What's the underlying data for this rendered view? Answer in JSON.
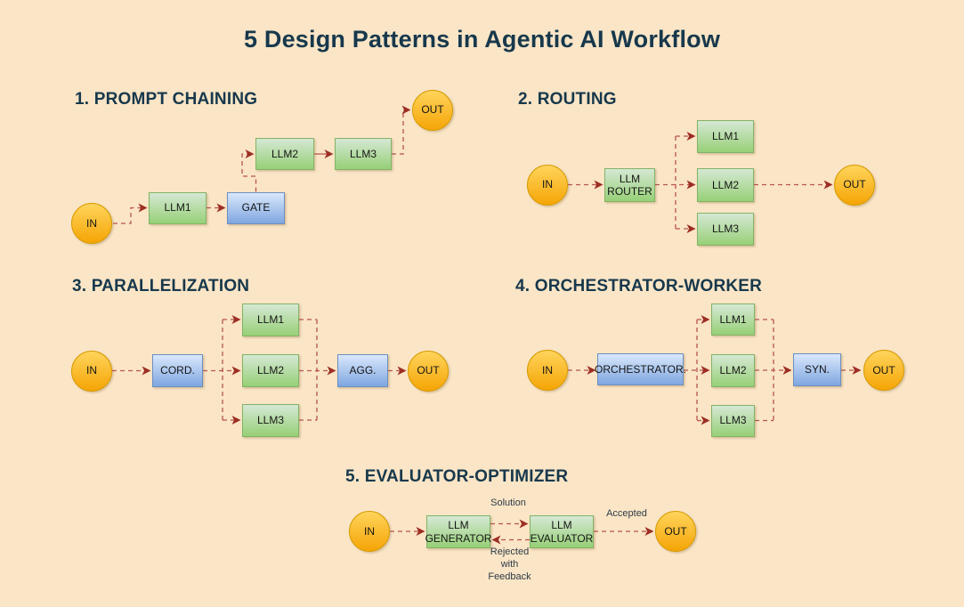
{
  "title": "5 Design Patterns in Agentic AI Workflow",
  "colors": {
    "background": "#FAE5C6",
    "heading": "#17384C",
    "arrow": "#B85450",
    "arrow_head": "#9C2E24",
    "green_top": "#D5E8D4",
    "green_bottom": "#97D077",
    "green_border": "#82B366",
    "blue_top": "#DAE8FC",
    "blue_bottom": "#7EA6E0",
    "blue_border": "#6C8EBF",
    "orange_top": "#FFD45C",
    "orange_bottom": "#F5A505",
    "orange_border": "#D79B00"
  },
  "sections": {
    "prompt_chaining": {
      "heading": "1. PROMPT CHAINING",
      "nodes": {
        "in": "IN",
        "llm1": "LLM1",
        "gate": "GATE",
        "llm2": "LLM2",
        "llm3": "LLM3",
        "out": "OUT"
      }
    },
    "routing": {
      "heading": "2. ROUTING",
      "nodes": {
        "in": "IN",
        "router": "LLM ROUTER",
        "llm1": "LLM1",
        "llm2": "LLM2",
        "llm3": "LLM3",
        "out": "OUT"
      }
    },
    "parallelization": {
      "heading": "3. PARALLELIZATION",
      "nodes": {
        "in": "IN",
        "coordinator": "CORD.",
        "llm1": "LLM1",
        "llm2": "LLM2",
        "llm3": "LLM3",
        "aggregator": "AGG.",
        "out": "OUT"
      }
    },
    "orchestrator_worker": {
      "heading": "4. ORCHESTRATOR-WORKER",
      "nodes": {
        "in": "IN",
        "orchestrator": "ORCHESTRATOR.",
        "llm1": "LLM1",
        "llm2": "LLM2",
        "llm3": "LLM3",
        "synthesizer": "SYN.",
        "out": "OUT"
      }
    },
    "evaluator_optimizer": {
      "heading": "5. EVALUATOR-OPTIMIZER",
      "nodes": {
        "in": "IN",
        "generator": "LLM GENERATOR",
        "evaluator": "LLM EVALUATOR",
        "out": "OUT"
      },
      "edge_labels": {
        "solution": "Solution",
        "accepted": "Accepted",
        "rejected": "Rejected with Feedback"
      }
    }
  }
}
